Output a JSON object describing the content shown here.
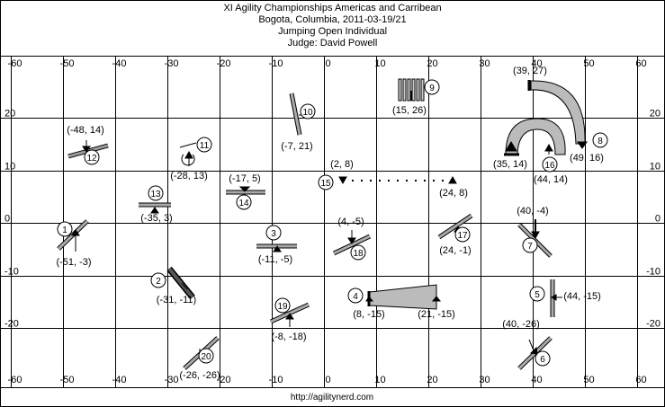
{
  "header": {
    "lines": [
      "XI Agility Championships Americas and Carribean",
      "Bogota, Columbia, 2011-03-19/21",
      "Jumping Open Individual",
      "Judge: David Powell"
    ]
  },
  "footer": {
    "url": "http://agilitynerd.com"
  },
  "axes": {
    "x_ticks": [
      -60,
      -50,
      -40,
      -30,
      -20,
      -10,
      0,
      10,
      20,
      30,
      40,
      50,
      60
    ],
    "y_ticks": [
      20,
      10,
      0,
      -10,
      -20
    ]
  },
  "obstacles": [
    {
      "num": "1",
      "label": "(-51, -3)"
    },
    {
      "num": "2",
      "label": "(-31, -11)"
    },
    {
      "num": "3",
      "label": "(-11, -5)"
    },
    {
      "num": "4",
      "label": "(8, -15)"
    },
    {
      "num": "5",
      "label": "(44, -15)"
    },
    {
      "num": "6",
      "label": "(40, -26)"
    },
    {
      "num": "7",
      "label": "(40, -4)"
    },
    {
      "num": "8",
      "label": "(49, 16)"
    },
    {
      "num": "9",
      "label": "(15, 26)"
    },
    {
      "num": "10",
      "label": "(-7, 21)"
    },
    {
      "num": "11",
      "label": "(-28, 13)"
    },
    {
      "num": "12",
      "label": "(-48, 14)"
    },
    {
      "num": "13",
      "label": "(-35, 3)"
    },
    {
      "num": "14",
      "label": "(-17, 5)"
    },
    {
      "num": "15",
      "label": "(2, 8)"
    },
    {
      "num": "16",
      "label": "(44, 14)"
    },
    {
      "num": "17",
      "label": "(24, -1)"
    },
    {
      "num": "18",
      "label": "(4, -5)"
    },
    {
      "num": "19",
      "label": "(-8, -18)"
    },
    {
      "num": "20",
      "label": "(-26, -26)"
    }
  ],
  "extra_labels": {
    "tunnel_8_start": "(39, 27)",
    "tunnel_16_end": "(35, 14)",
    "tunnel_4_end": "(21, -15)",
    "line_15_end": "(24, 8)"
  }
}
